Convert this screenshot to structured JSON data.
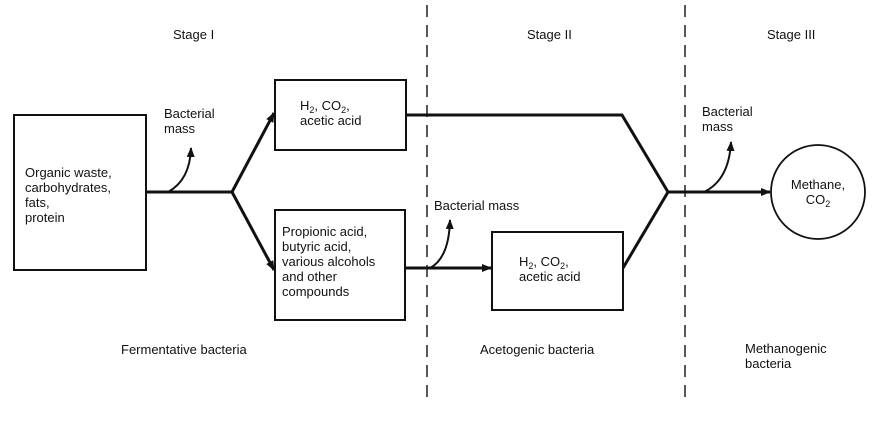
{
  "stages": [
    {
      "title": "Stage I",
      "organisms": "Fermentative bacteria"
    },
    {
      "title": "Stage II",
      "organisms": "Acetogenic bacteria"
    },
    {
      "title": "Stage III",
      "organisms_line1": "Methanogenic",
      "organisms_line2": "bacteria"
    }
  ],
  "nodes": {
    "input": {
      "lines": [
        "Organic waste,",
        "carbohydrates,",
        "fats,",
        "protein"
      ]
    },
    "stage1_upper": {
      "h2": "H",
      "h2_sub": "2",
      "co2": ", CO",
      "co2_sub": "2",
      "co2_tail": ",",
      "line2": "acetic acid"
    },
    "stage1_lower": {
      "lines": [
        "Propionic acid,",
        "butyric acid,",
        "various alcohols",
        "and other",
        "compounds"
      ]
    },
    "stage2": {
      "h2": "H",
      "h2_sub": "2",
      "co2": ", CO",
      "co2_sub": "2",
      "co2_tail": ",",
      "line2": "acetic acid"
    },
    "output": {
      "line1": "Methane,",
      "co2": "CO",
      "co2_sub": "2"
    }
  },
  "side_products": {
    "stage1": {
      "line1": "Bacterial",
      "line2": "mass"
    },
    "stage2": {
      "line1": "Bacterial mass"
    },
    "stage3": {
      "line1": "Bacterial",
      "line2": "mass"
    }
  }
}
